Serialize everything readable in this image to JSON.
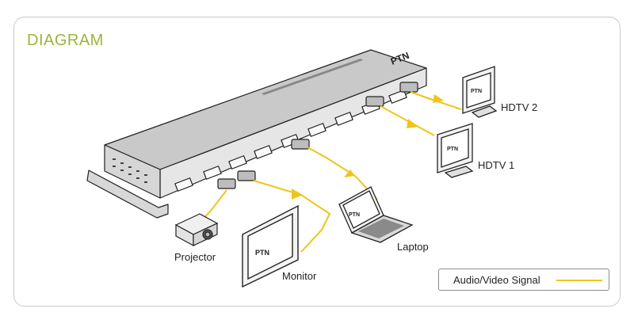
{
  "diagram": {
    "title": "DIAGRAM",
    "brand": "PTN",
    "devices": {
      "hdtv2": "HDTV 2",
      "hdtv1": "HDTV 1",
      "projector": "Projector",
      "monitor": "Monitor",
      "laptop": "Laptop"
    },
    "legend": {
      "label": "Audio/Video Signal",
      "color": "#f0c419"
    },
    "colors": {
      "title": "#9cb43a",
      "signal": "#f0c419",
      "device_outline": "#222222"
    }
  }
}
